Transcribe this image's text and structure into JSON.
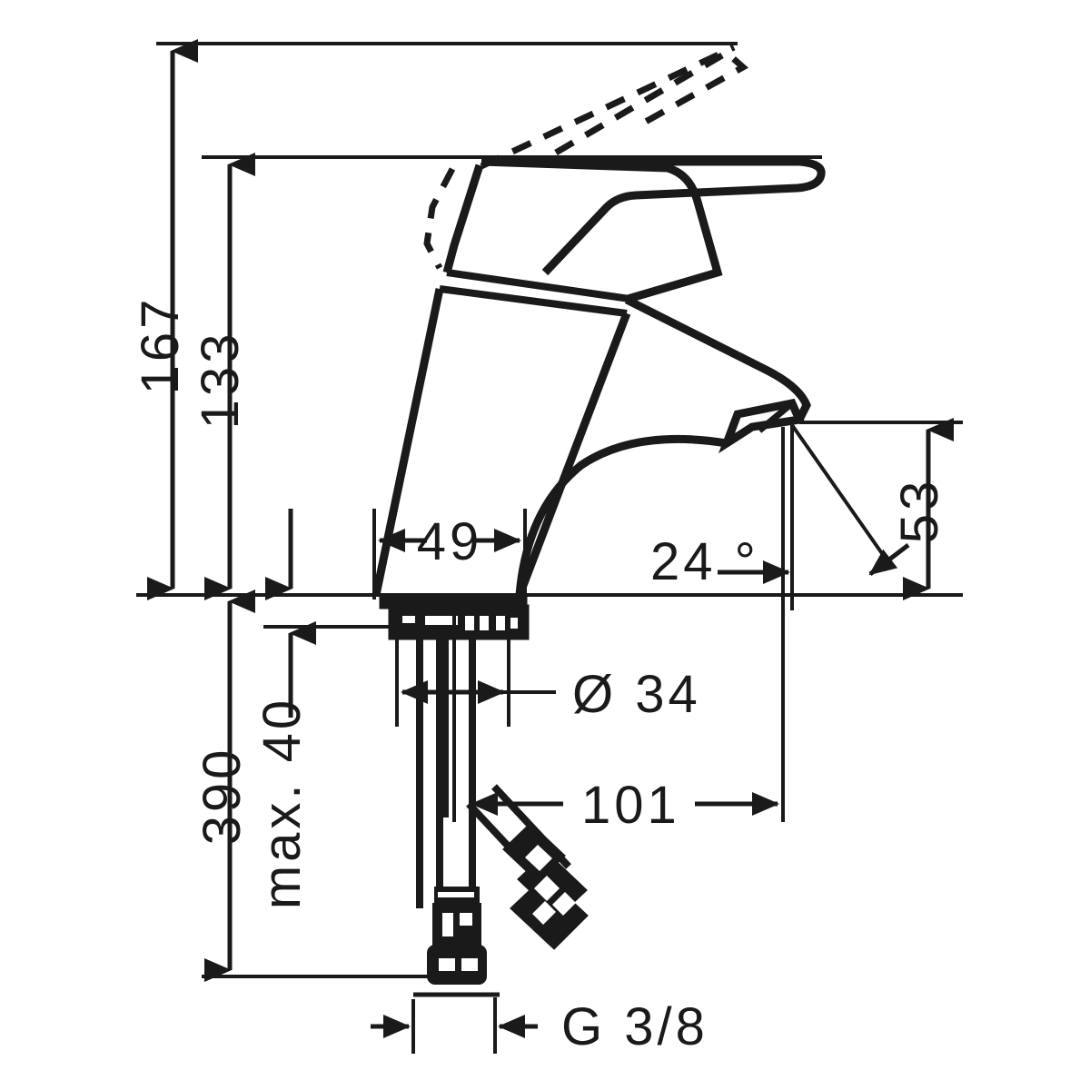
{
  "drawing": {
    "kind": "technical-dimension-drawing",
    "subject": "single-lever basin mixer faucet, side elevation",
    "line_color": "#1a1a1a",
    "background_color": "#ffffff",
    "units": "mm"
  },
  "dimensions": {
    "height_open_lever": {
      "label": "167",
      "orientation": "vertical",
      "rotated": true
    },
    "height_closed_lever": {
      "label": "133",
      "orientation": "vertical",
      "rotated": true
    },
    "body_width": {
      "label": "49",
      "orientation": "horizontal"
    },
    "spout_reach_height": {
      "label": "53",
      "orientation": "vertical",
      "rotated": true
    },
    "spout_angle": {
      "label": "24 °",
      "orientation": "horizontal"
    },
    "base_diameter": {
      "label": "Ø 34",
      "orientation": "horizontal-leader"
    },
    "projection": {
      "label": "101",
      "orientation": "horizontal"
    },
    "hose_length": {
      "label": "390",
      "orientation": "vertical",
      "rotated": true
    },
    "max_counter_thickness": {
      "label": "max. 40",
      "orientation": "vertical",
      "rotated": true
    },
    "thread_size": {
      "label": "G 3/8",
      "orientation": "horizontal"
    }
  }
}
